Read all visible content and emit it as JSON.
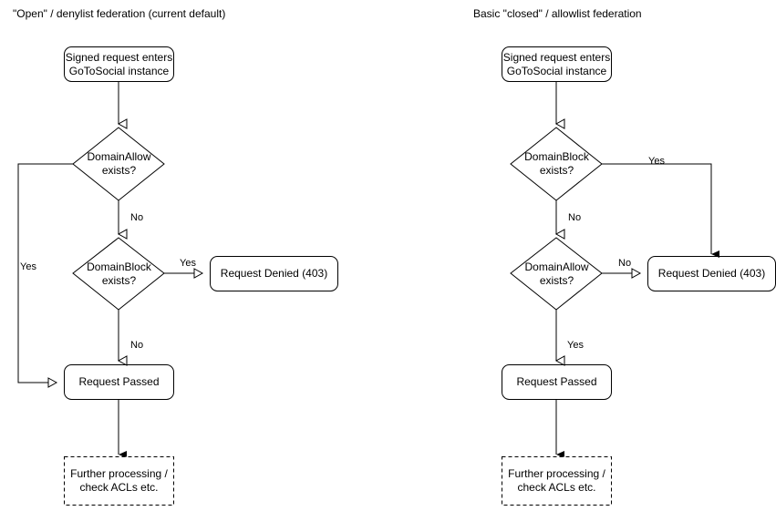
{
  "diagram": {
    "type": "flowchart",
    "panels": [
      {
        "id": "open-denylist",
        "title": "\"Open\" / denylist federation (current default)",
        "nodes": [
          {
            "id": "start",
            "shape": "rounded-rect",
            "text": "Signed request enters\nGoToSocial instance"
          },
          {
            "id": "allow",
            "shape": "diamond",
            "text": "DomainAllow\nexists?"
          },
          {
            "id": "block",
            "shape": "diamond",
            "text": "DomainBlock\nexists?"
          },
          {
            "id": "denied",
            "shape": "rounded-rect",
            "text": "Request Denied (403)"
          },
          {
            "id": "passed",
            "shape": "rounded-rect",
            "text": "Request Passed"
          },
          {
            "id": "further",
            "shape": "dashed-rect",
            "text": "Further processing /\ncheck ACLs etc."
          }
        ],
        "edges": [
          {
            "from": "start",
            "to": "allow",
            "label": ""
          },
          {
            "from": "allow",
            "to": "passed",
            "label": "Yes"
          },
          {
            "from": "allow",
            "to": "block",
            "label": "No"
          },
          {
            "from": "block",
            "to": "denied",
            "label": "Yes"
          },
          {
            "from": "block",
            "to": "passed",
            "label": "No"
          },
          {
            "from": "passed",
            "to": "further",
            "label": ""
          }
        ]
      },
      {
        "id": "closed-allowlist",
        "title": "Basic \"closed\" / allowlist federation",
        "nodes": [
          {
            "id": "start",
            "shape": "rounded-rect",
            "text": "Signed request enters\nGoToSocial instance"
          },
          {
            "id": "block",
            "shape": "diamond",
            "text": "DomainBlock\nexists?"
          },
          {
            "id": "allow",
            "shape": "diamond",
            "text": "DomainAllow\nexists?"
          },
          {
            "id": "denied",
            "shape": "rounded-rect",
            "text": "Request Denied (403)"
          },
          {
            "id": "passed",
            "shape": "rounded-rect",
            "text": "Request Passed"
          },
          {
            "id": "further",
            "shape": "dashed-rect",
            "text": "Further processing /\ncheck ACLs etc."
          }
        ],
        "edges": [
          {
            "from": "start",
            "to": "block",
            "label": ""
          },
          {
            "from": "block",
            "to": "denied",
            "label": "Yes"
          },
          {
            "from": "block",
            "to": "allow",
            "label": "No"
          },
          {
            "from": "allow",
            "to": "denied",
            "label": "No"
          },
          {
            "from": "allow",
            "to": "passed",
            "label": "Yes"
          },
          {
            "from": "passed",
            "to": "further",
            "label": ""
          }
        ]
      }
    ],
    "colors": {
      "stroke": "#000000",
      "fill": "#ffffff",
      "text": "#000000",
      "background": "#ffffff"
    }
  }
}
